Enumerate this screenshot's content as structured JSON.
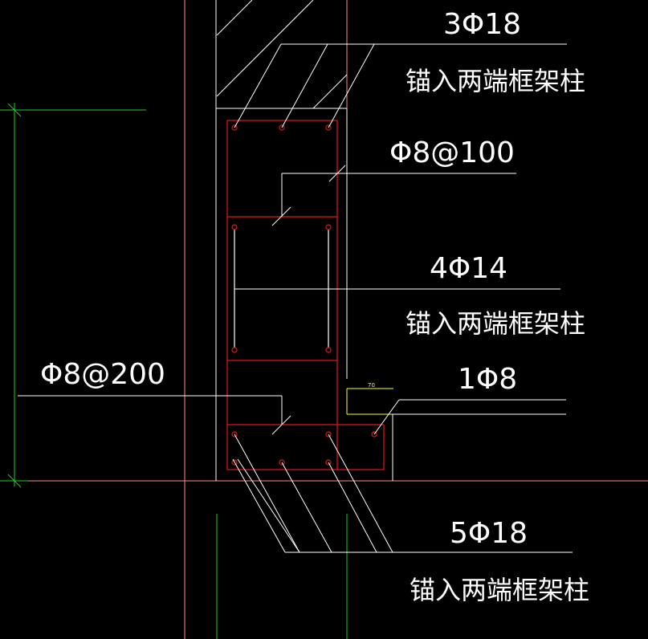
{
  "drawing": {
    "colors": {
      "background": "#000000",
      "rebar": "#e01818",
      "outline": "#ffffff",
      "dimension": "#22cc22",
      "axis": "#ff8a8a",
      "marker": "#ffff33"
    },
    "labels": {
      "top_bars": "3Φ18",
      "top_bars_note": "锚入两端框架柱",
      "stirrup_upper": "Φ8@100",
      "side_bars": "4Φ14",
      "side_bars_note": "锚入两端框架柱",
      "stirrup_lower": "Φ8@200",
      "ledge_bar": "1Φ8",
      "bottom_bars": "5Φ18",
      "bottom_bars_note": "锚入两端框架柱",
      "ledge_dim": "70"
    }
  }
}
